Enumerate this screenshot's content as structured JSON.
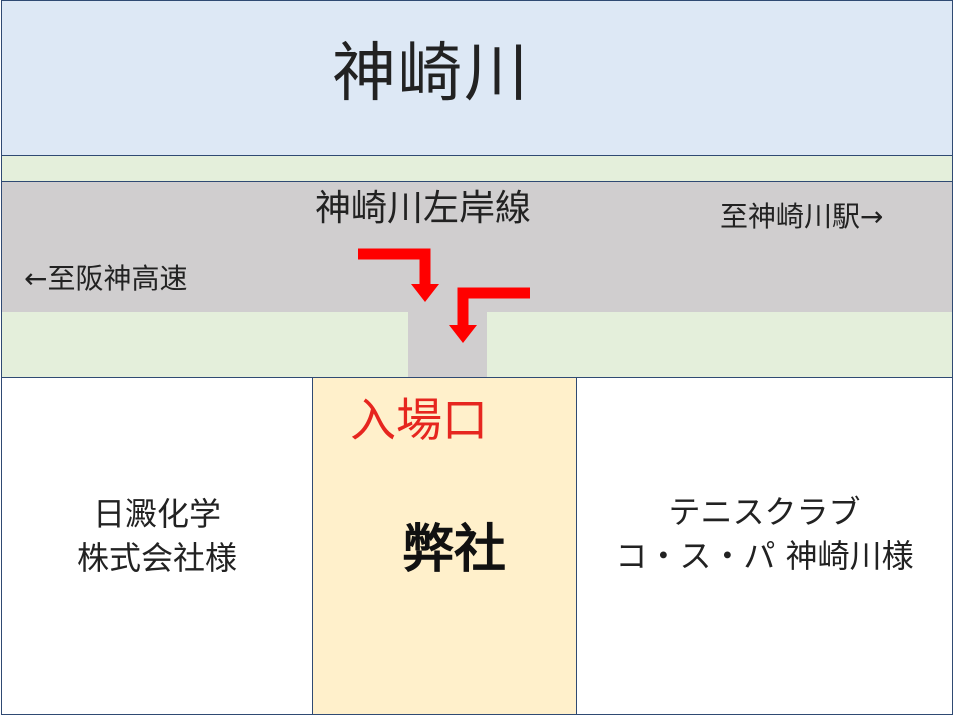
{
  "river": {
    "label": "神崎川"
  },
  "road": {
    "label": "神崎川左岸線",
    "east_direction": "至神崎川駅→",
    "west_direction": "←至阪神高速"
  },
  "entrance": {
    "label": "入場口"
  },
  "our_company": {
    "label": "弊社"
  },
  "neighbor_left": {
    "line1": "日澱化学",
    "line2": "株式会社様"
  },
  "neighbor_right": {
    "line1": "テニスクラブ",
    "line2": "コ・ス・パ 神崎川様"
  },
  "colors": {
    "river": "#dde8f5",
    "green_strip": "#e4efdb",
    "road": "#d0cecf",
    "our_lot": "#fff0cb",
    "arrow": "#ff0000",
    "entrance_text": "#e6261f",
    "border": "#2f4a73"
  },
  "icons": [
    "entry-arrow-from-west",
    "entry-arrow-from-east"
  ]
}
